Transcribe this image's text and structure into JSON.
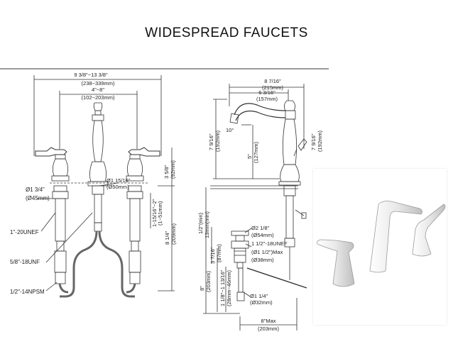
{
  "title": "WIDESPREAD  FAUCETS",
  "front_view": {
    "width_label": "9 3/8\"~13 3/8\"",
    "width_mm": "(238~339mm)",
    "center_label": "4\"~8\"",
    "center_mm": "(102~203mm)",
    "height_spout_label": "3 5/8\"",
    "height_spout_mm": "(92mm)",
    "thread_len_label": "1-15/16\"~2\"",
    "thread_len_mm": "(1~51mm)",
    "total_len_label": "8 1/4\"",
    "total_len_mm": "(209mm)",
    "flange_label": "Ø1 3/4\"",
    "flange_mm": "(Ø45mm)",
    "nut_label": "Ø1 15/16\"",
    "nut_mm": "(Ø50mm)",
    "callouts": [
      "1\"-20UNEF",
      "5/8\"-18UNF",
      "1/2\"-14NPSM"
    ]
  },
  "side_view": {
    "w1_label": "8 7/16\"",
    "w1_mm": "(215mm)",
    "w2_label": "6 3/16\"",
    "w2_mm": "(157mm)",
    "angle": "10°",
    "h_left_label": "7 9/16\"",
    "h_left_mm": "(192mm)",
    "h_right_label": "7 9/16\"",
    "h_right_mm": "(192mm)",
    "spout_h_label": "5\"",
    "spout_h_mm": "(127mm)",
    "deck_label": "1/2\"(min)",
    "deck_mm": "13mm(min)",
    "drain_flange_label": "Ø2 1/8\"",
    "drain_flange_mm": "(Ø54mm)",
    "thread_label": "1 1/2\"-18UNEF",
    "thread_max_label": "(Ø1 1/2\")Max",
    "thread_mm": "(Ø38mm)",
    "d1_label": "3 7/16\"",
    "d1_mm": "(87mm)",
    "range_label": "1 1/8\"~1 13/16\"",
    "range_mm": "(28mm~46mm)",
    "total_label": "8\"",
    "total_mm": "(203mm)",
    "tail_label": "Ø1 1/4\"",
    "tail_mm": "(Ø32mm)",
    "bottom_label": "8\"Max",
    "bottom_mm": "(203mm)"
  }
}
